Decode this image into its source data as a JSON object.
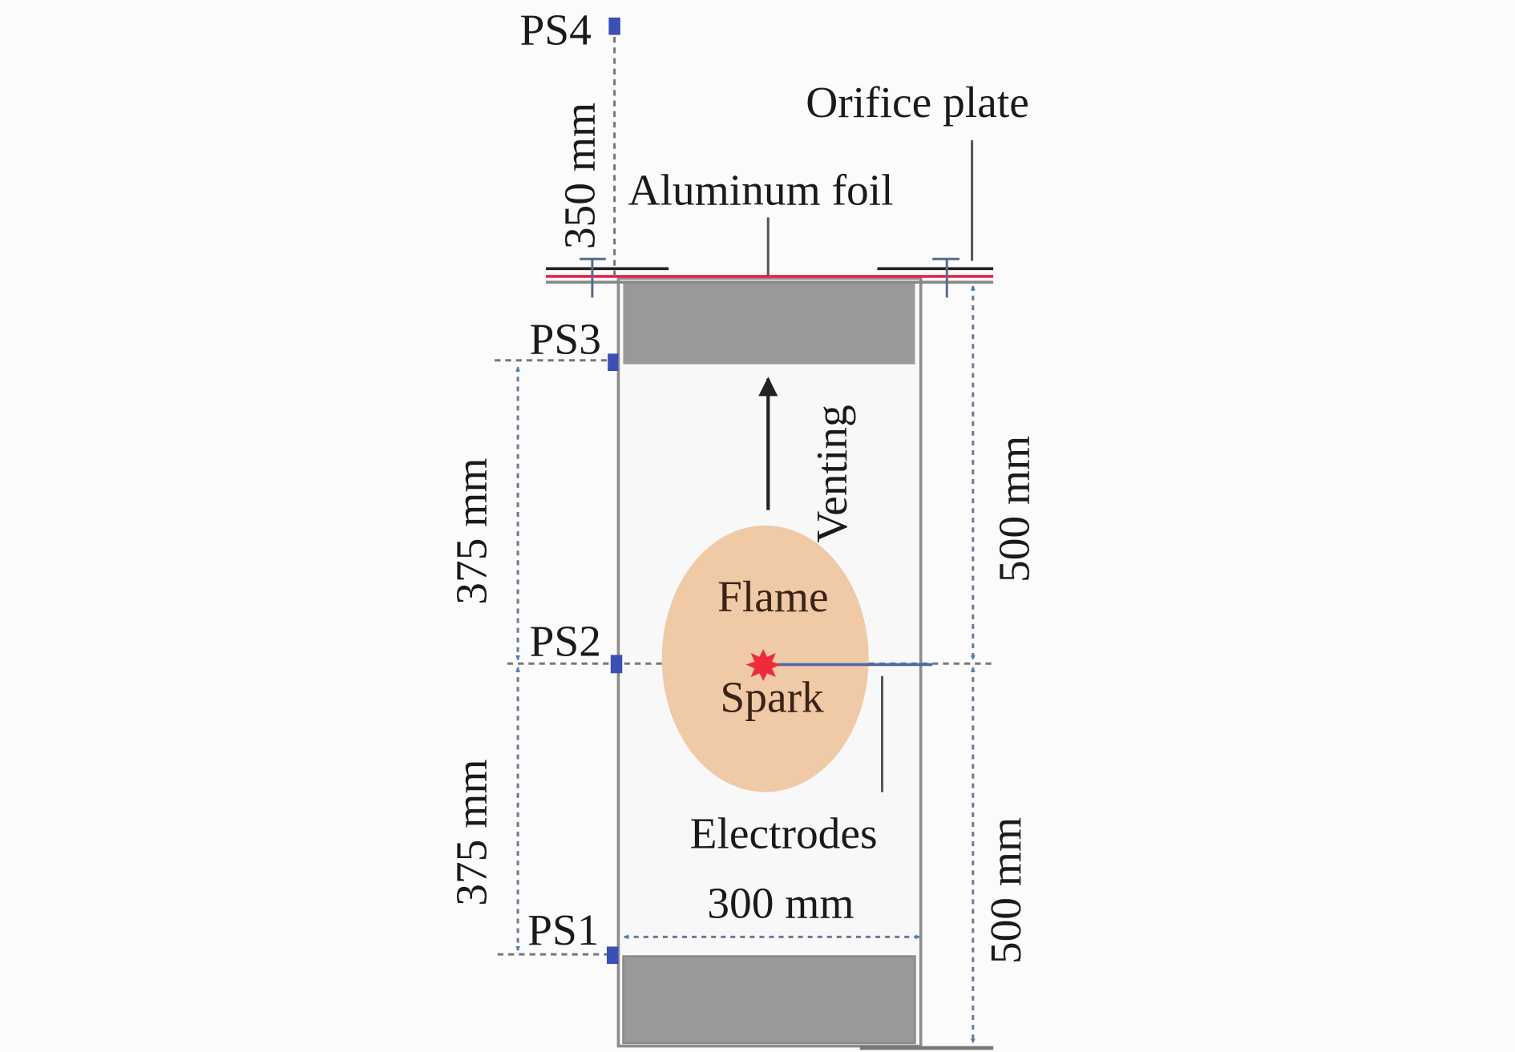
{
  "labels": {
    "orifice_plate": "Orifice plate",
    "aluminum_foil": "Aluminum foil",
    "venting": "Venting",
    "flame": "Flame",
    "spark": "Spark",
    "electrodes": "Electrodes"
  },
  "sensors": [
    "PS4",
    "PS3",
    "PS2",
    "PS1"
  ],
  "dimensions": {
    "ps4_offset": "350 mm",
    "ps3_ps2": "375 mm",
    "ps2_ps1": "375 mm",
    "upper_half": "500 mm",
    "lower_half": "500 mm",
    "width": "300 mm"
  },
  "colors": {
    "sensor": "#3b4fb5",
    "flame": "#f0c9a6",
    "spark": "#ee2b3b",
    "foil": "#e8224a",
    "block": "#999999",
    "arrow": "#4a7fb5"
  }
}
